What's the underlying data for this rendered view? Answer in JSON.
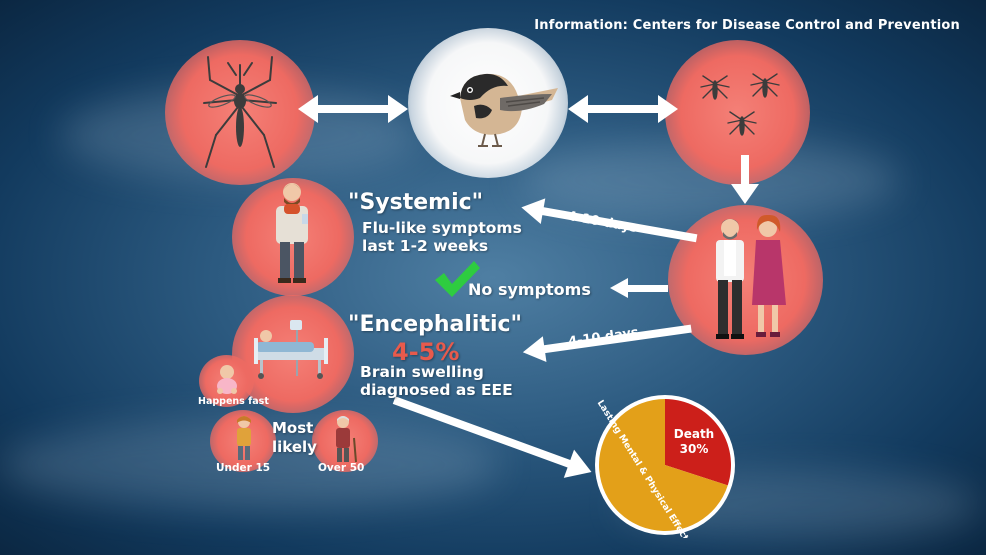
{
  "source_credit": "Information: Centers for Disease Control and Prevention",
  "arrows": {
    "days_label_upper": "4-10 days",
    "days_label_lower": "4-10 days"
  },
  "systemic": {
    "title": "\"Systemic\"",
    "line1": "Flu-like symptoms",
    "line2": "last 1-2 weeks"
  },
  "no_symptoms": {
    "label": "No symptoms"
  },
  "encephalitic": {
    "title": "\"Encephalitic\"",
    "rate": "4-5%",
    "line1": "Brain swelling",
    "line2": "diagnosed as EEE"
  },
  "risk_groups": {
    "infant_label": "Happens fast",
    "most_likely_line1": "Most",
    "most_likely_line2": "likely",
    "child_label": "Under 15",
    "elder_label": "Over 50"
  },
  "chart_data": {
    "type": "pie",
    "slices": [
      {
        "label": "Death",
        "value": 30,
        "value_label": "30%",
        "color": "#cc1f1a"
      },
      {
        "label": "Lasting Mental & Physical Effects",
        "value": 70,
        "color": "#e3a019"
      }
    ]
  },
  "colors": {
    "orb_red": "#ee6a62",
    "rate_red": "#e85a4c",
    "check_green": "#2ecc40",
    "arrow_white": "#ffffff"
  },
  "icons": [
    "mosquito-icon",
    "bird-icon",
    "mosquito-swarm-icon",
    "couple-icon",
    "sick-man-icon",
    "hospital-bed-icon",
    "baby-icon",
    "child-icon",
    "elderly-man-icon",
    "checkmark-icon"
  ]
}
